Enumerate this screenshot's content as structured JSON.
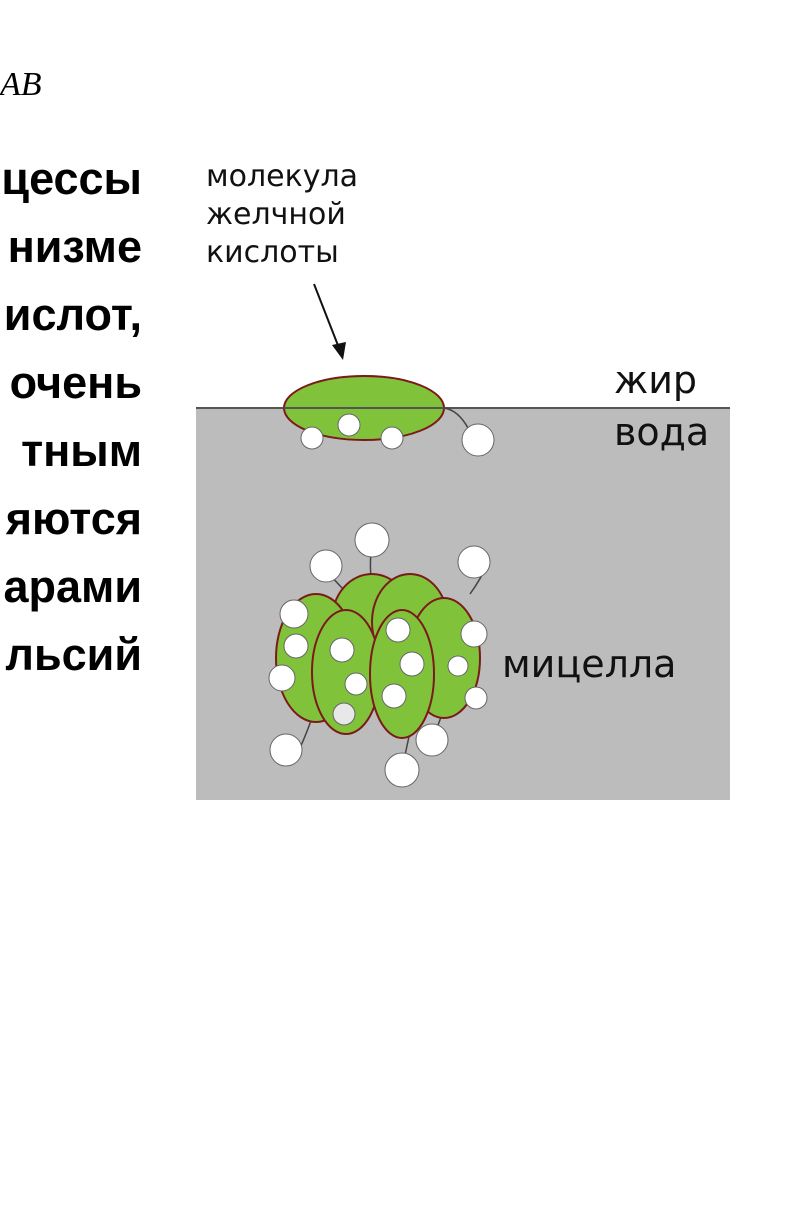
{
  "header": {
    "fragment": "AB"
  },
  "text_block": {
    "lines": [
      "цессы",
      "низме",
      "ислот,",
      "очень",
      "тным",
      "яются",
      "арами",
      "льсий"
    ]
  },
  "diagram": {
    "molecule_label_lines": [
      "молекула",
      "желчной",
      "кислоты"
    ],
    "fat_label": "жир",
    "water_label": "вода",
    "micelle_label": "мицелла"
  },
  "colors": {
    "water": "#bcbcbc",
    "green": "#80c33a",
    "outline": "#7a1a1a",
    "head": "#ffffff"
  }
}
